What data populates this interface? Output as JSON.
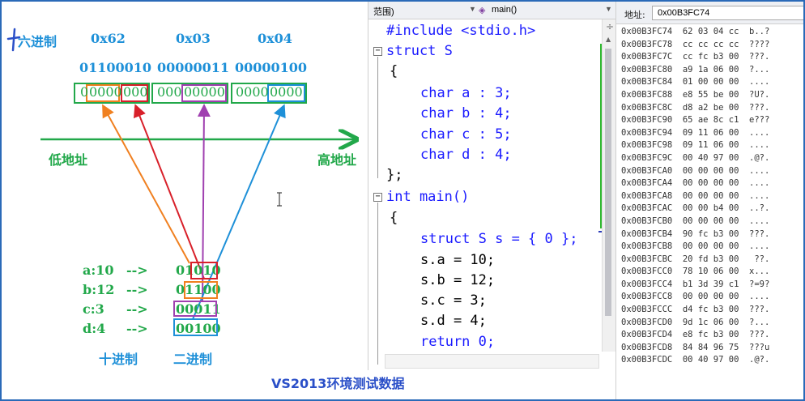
{
  "diagram": {
    "left_title": "六进制",
    "hex_values": [
      "0x62",
      "0x03",
      "0x04"
    ],
    "bin_values": [
      "01100010",
      "00000011",
      "00000100"
    ],
    "byte_cells": [
      {
        "pre": "0",
        "a": "0000",
        "b": "000"
      },
      {
        "pre": "",
        "a": "000",
        "b": "00000"
      },
      {
        "pre": "",
        "a": "0000",
        "b": "0000"
      }
    ],
    "low_addr": "低地址",
    "high_addr": "高地址",
    "rows": [
      {
        "label": "a:10",
        "arrow": "-->",
        "bits": "01010"
      },
      {
        "label": "b:12",
        "arrow": "-->",
        "bits": "01100"
      },
      {
        "label": "c:3",
        "arrow": "-->",
        "bits": "00011"
      },
      {
        "label": "d:4",
        "arrow": "-->",
        "bits": "00100"
      }
    ],
    "col_decimal": "十进制",
    "col_binary": "二进制",
    "caption": "VS2013环境测试数据",
    "colors": {
      "orange": "#f08020",
      "red": "#d8202a",
      "purple": "#a040b0",
      "blue": "#1e90d8",
      "green": "#22a84a"
    }
  },
  "editor": {
    "scope_dropdown": "范围)",
    "function_dropdown": "main()",
    "lines": [
      "#include <stdio.h>",
      "struct S",
      "{",
      "char a : 3;",
      "char b : 4;",
      "char c : 5;",
      "char d : 4;",
      "};",
      "int main()",
      "{",
      "struct S s = { 0 };",
      "s.a = 10;",
      "s.b = 12;",
      "s.c = 3;",
      "s.d = 4;",
      "return 0;",
      "}"
    ]
  },
  "memory": {
    "address_label": "地址:",
    "address_value": "0x00B3FC74",
    "rows": [
      "0x00B3FC74  62 03 04 cc  b..?",
      "0x00B3FC78  cc cc cc cc  ????",
      "0x00B3FC7C  cc fc b3 00  ???.",
      "0x00B3FC80  a9 1a 06 00  ?...",
      "0x00B3FC84  01 00 00 00  ....",
      "0x00B3FC88  e8 55 be 00  ?U?.",
      "0x00B3FC8C  d8 a2 be 00  ???.",
      "0x00B3FC90  65 ae 8c c1  e???",
      "0x00B3FC94  09 11 06 00  ....",
      "0x00B3FC98  09 11 06 00  ....",
      "0x00B3FC9C  00 40 97 00  .@?.",
      "0x00B3FCA0  00 00 00 00  ....",
      "0x00B3FCA4  00 00 00 00  ....",
      "0x00B3FCA8  00 00 00 00  ....",
      "0x00B3FCAC  00 00 b4 00  ..?.",
      "0x00B3FCB0  00 00 00 00  ....",
      "0x00B3FCB4  90 fc b3 00  ???.",
      "0x00B3FCB8  00 00 00 00  ....",
      "0x00B3FCBC  20 fd b3 00   ??.",
      "0x00B3FCC0  78 10 06 00  x...",
      "0x00B3FCC4  b1 3d 39 c1  ?=9?",
      "0x00B3FCC8  00 00 00 00  ....",
      "0x00B3FCCC  d4 fc b3 00  ???.",
      "0x00B3FCD0  9d 1c 06 00  ?...",
      "0x00B3FCD4  e8 fc b3 00  ???.",
      "0x00B3FCD8  84 84 96 75  ???u",
      "0x00B3FCDC  00 40 97 00  .@?."
    ]
  }
}
